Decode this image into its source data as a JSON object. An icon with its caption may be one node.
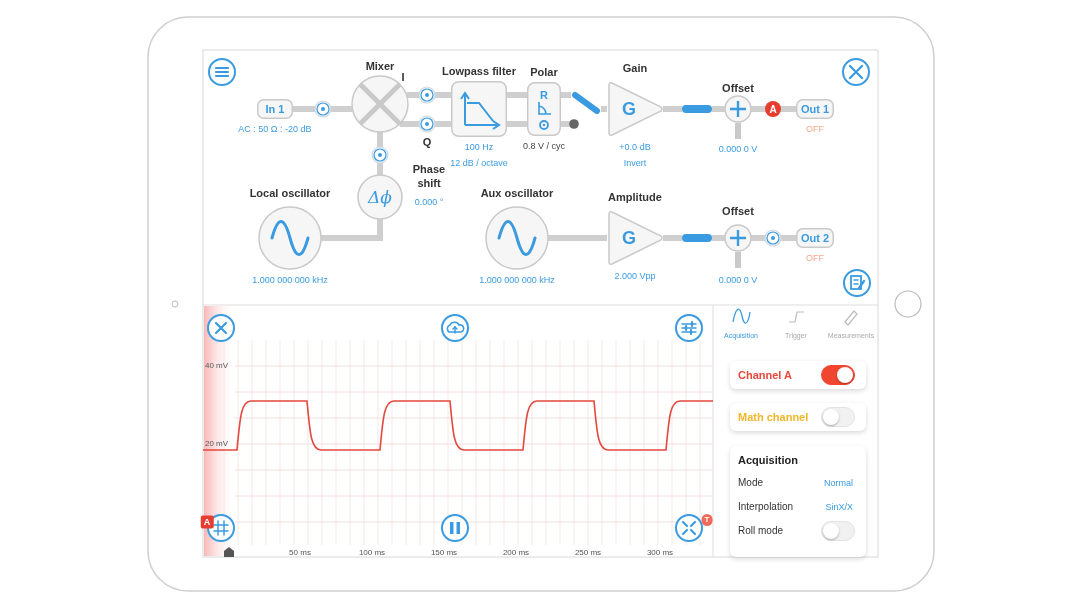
{
  "diagram": {
    "nodes": [
      {
        "text": [
          "In 1"
        ],
        "beside": [
          "AC : 50 Ω : -20 dB"
        ]
      },
      {
        "text": [],
        "shape": "circle"
      },
      {
        "text": [
          "Mixer"
        ]
      },
      {
        "text": [
          "I"
        ]
      },
      {
        "text": [
          "Q"
        ]
      },
      {
        "text": [
          "Lowpass filter"
        ],
        "beside": [
          "100 Hz",
          "12 dB / octave"
        ]
      },
      {
        "text": [
          "Polar",
          "R"
        ],
        "beside": [
          "0.8 V / cyc"
        ]
      },
      {
        "text": [],
        "shape": "bar"
      },
      {
        "text": [
          "Gain",
          "G"
        ],
        "beside": [
          "+0.0 dB",
          "Invert"
        ]
      },
      {
        "text": [],
        "shape": "bar"
      },
      {
        "text": [
          "Offset"
        ],
        "beside": [
          "0.000 0 V"
        ]
      },
      {
        "text": [
          "A"
        ]
      },
      {
        "text": [
          "Out 1"
        ],
        "beside": [
          "OFF"
        ]
      },
      {
        "text": [],
        "shape": "circle"
      },
      {
        "text": [
          "Phase shift",
          "Δϕ"
        ],
        "beside": [
          "0.000 °"
        ]
      },
      {
        "text": [
          "Local oscillator"
        ],
        "beside": [
          "1.000 000 000 kHz"
        ]
      },
      {
        "text": [
          "Aux oscillator"
        ],
        "beside": [
          "1.000 000 000 kHz"
        ]
      },
      {
        "text": [
          "Amplitude",
          "G"
        ],
        "beside": [
          "2.000 Vpp"
        ]
      },
      {
        "text": [],
        "shape": "bar"
      },
      {
        "text": [
          "Offset"
        ],
        "beside": [
          "0.000 0 V"
        ]
      },
      {
        "text": [],
        "shape": "circle"
      },
      {
        "text": [
          "Out 2"
        ],
        "beside": [
          "OFF"
        ]
      }
    ],
    "edges": [
      {
        "from": 0,
        "to": 1,
        "arrow": "none"
      },
      {
        "from": 1,
        "to": 2,
        "arrow": "none"
      },
      {
        "from": 2,
        "to": 3,
        "arrow": "none"
      },
      {
        "from": 2,
        "to": 4,
        "arrow": "none"
      },
      {
        "from": 3,
        "to": 5,
        "arrow": "none"
      },
      {
        "from": 4,
        "to": 5,
        "arrow": "none"
      },
      {
        "from": 5,
        "to": 6,
        "arrow": "none"
      },
      {
        "from": 5,
        "to": 6,
        "arrow": "none"
      },
      {
        "from": 6,
        "to": 7,
        "arrow": "none"
      },
      {
        "from": 7,
        "to": 8,
        "arrow": "none"
      },
      {
        "from": 8,
        "to": 9,
        "arrow": "none"
      },
      {
        "from": 9,
        "to": 10,
        "arrow": "none"
      },
      {
        "from": 10,
        "to": 11,
        "arrow": "none"
      },
      {
        "from": 11,
        "to": 12,
        "arrow": "none"
      },
      {
        "from": 2,
        "to": 13,
        "arrow": "none"
      },
      {
        "from": 13,
        "to": 14,
        "arrow": "none"
      },
      {
        "from": 15,
        "to": 14,
        "arrow": "none"
      },
      {
        "from": 16,
        "to": 17,
        "arrow": "none"
      },
      {
        "from": 17,
        "to": 18,
        "arrow": "none"
      },
      {
        "from": 18,
        "to": 19,
        "arrow": "none"
      },
      {
        "from": 19,
        "to": 20,
        "arrow": "none"
      },
      {
        "from": 20,
        "to": 21,
        "arrow": "none"
      },
      {
        "from": 6,
        "to": null,
        "arrow": "other"
      }
    ],
    "labels": [
      "40 mV",
      "20 mV",
      "50 ms",
      "100 ms",
      "150 ms",
      "200 ms",
      "250 ms",
      "300 ms",
      "A",
      "T",
      "Acquisition",
      "Trigger",
      "Measurements",
      "Channel A",
      "Math channel",
      "Acquisition",
      "Mode",
      "Normal",
      "Interpolation",
      "SinX/X",
      "Roll mode"
    ]
  }
}
